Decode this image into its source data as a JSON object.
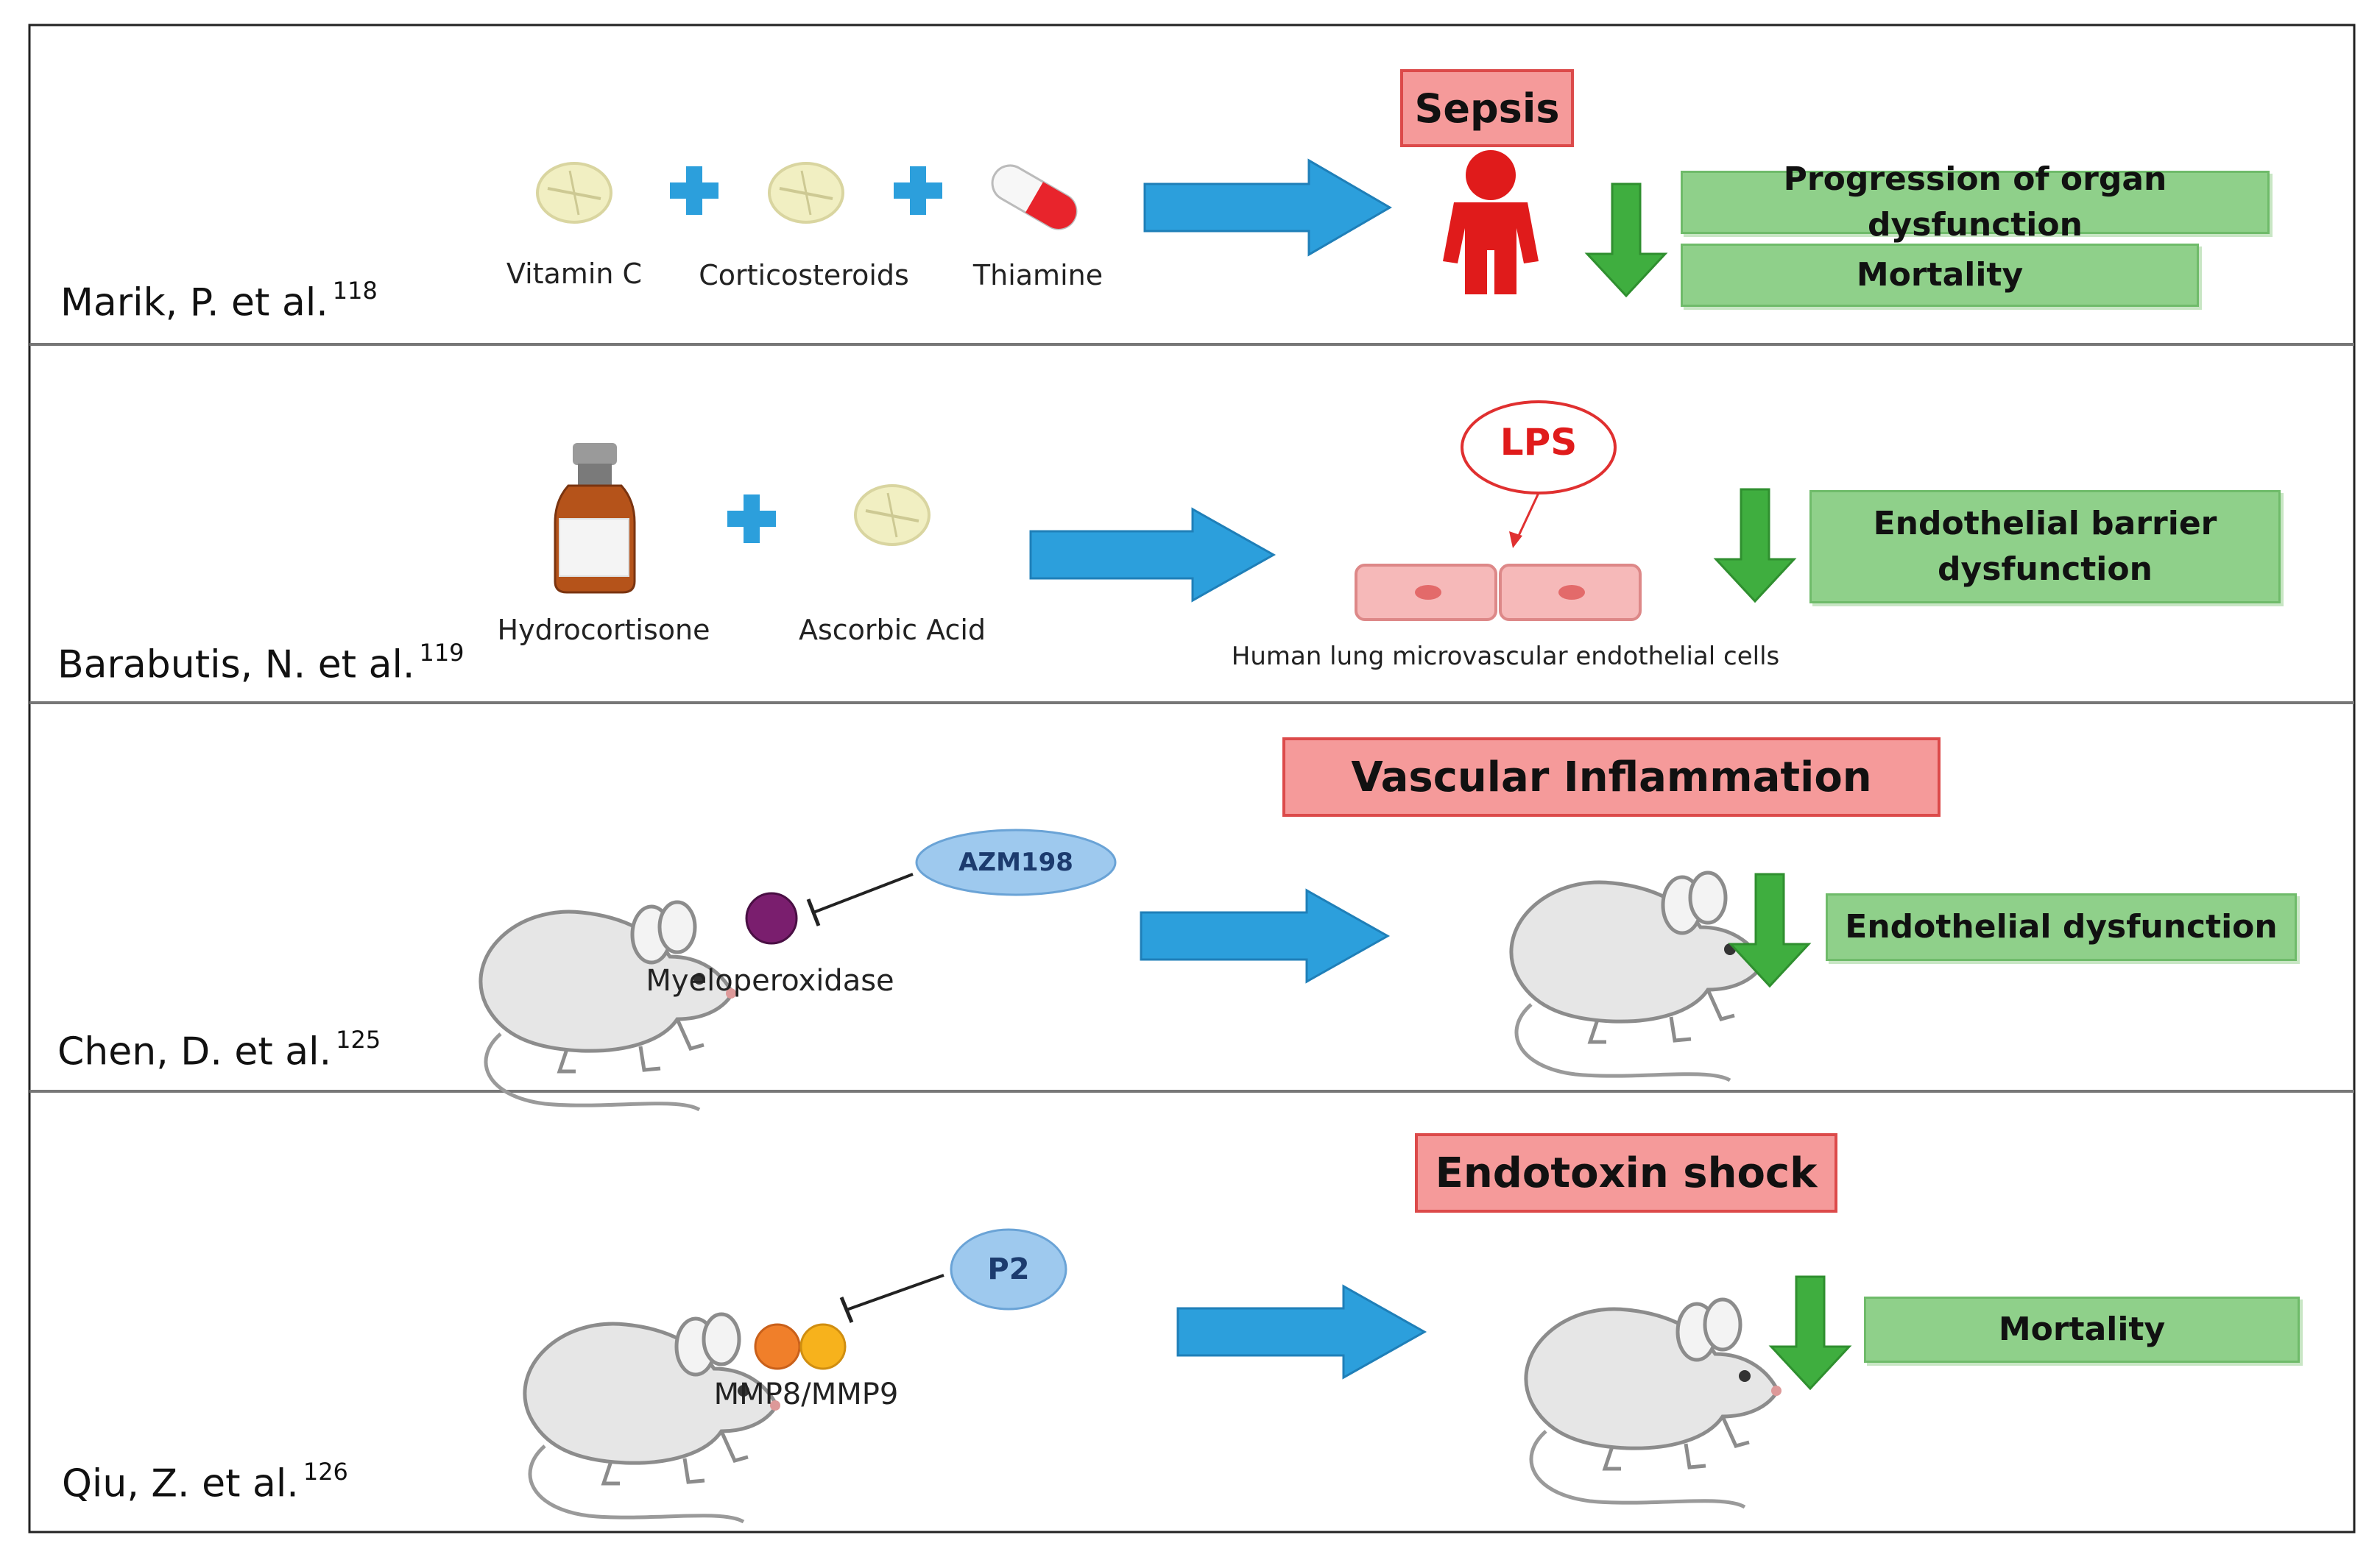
{
  "rows": [
    {
      "ref": "Marik, P. et al.",
      "ref_num": "118",
      "items": [
        "Vitamin C",
        "Corticosteroids",
        "Thiamine"
      ],
      "condition": "Sepsis",
      "outcomes": [
        "Progression of organ dysfunction",
        "Mortality"
      ]
    },
    {
      "ref": "Barabutis, N. et al.",
      "ref_num": "119",
      "items": [
        "Hydrocortisone",
        "Ascorbic Acid"
      ],
      "stimulus": "LPS",
      "cell_label": "Human lung microvascular endothelial cells",
      "outcome_line1": "Endothelial barrier",
      "outcome_line2": "dysfunction"
    },
    {
      "ref": "Chen, D. et al.",
      "ref_num": "125",
      "inhibitor": "AZM198",
      "target": "Myeloperoxidase",
      "condition": "Vascular Inflammation",
      "outcome": "Endothelial dysfunction"
    },
    {
      "ref": "Qiu, Z. et al.",
      "ref_num": "126",
      "inhibitor": "P2",
      "target": "MMP8/MMP9",
      "condition": "Endotoxin shock",
      "outcome": "Mortality"
    }
  ],
  "colors": {
    "arrow_blue": "#2c9fdc",
    "down_arrow_green": "#3fae3f",
    "pink_fill": "#f59a9a",
    "green_fill": "#8fd08a",
    "person_red": "#e01b1b"
  }
}
